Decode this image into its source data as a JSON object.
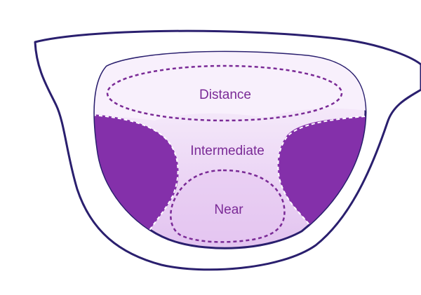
{
  "diagram": {
    "zones": {
      "distance": "Distance",
      "intermediate": "Intermediate",
      "near": "Near"
    }
  },
  "colors": {
    "frame_stroke": "#2a1f6e",
    "lens_fill_light": "#f7edfb",
    "lens_fill_mid": "#eed8f7",
    "lens_fill_near": "#e4c2f0",
    "blur_zone_fill": "#8430aa",
    "dashed_outline": "#7a2a96",
    "label_text": "#7a2a96"
  }
}
